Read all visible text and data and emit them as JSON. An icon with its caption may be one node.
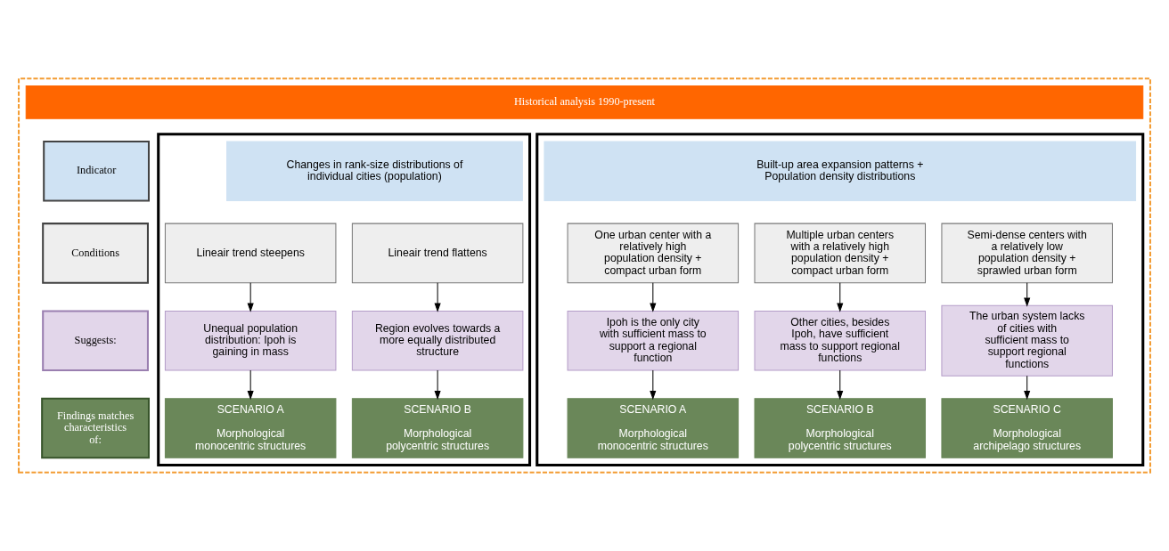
{
  "diagram": {
    "nodes": [
      {
        "text": [],
        "shape": "box"
      },
      {
        "text": [
          "Historical analysis 1990-present"
        ],
        "in": 0
      },
      {
        "text": [
          "Indicator"
        ],
        "in": 0
      },
      {
        "text": [
          "Conditions"
        ],
        "in": 0
      },
      {
        "text": [
          "Suggests:"
        ],
        "in": 0
      },
      {
        "text": [
          "Findings matches characteristics of:"
        ],
        "in": 0
      },
      {
        "text": [],
        "shape": "box",
        "in": 0
      },
      {
        "text": [
          "Changes in rank-size distributions of individual cities (population)"
        ],
        "in": 6
      },
      {
        "text": [
          "Lineair trend steepens"
        ],
        "in": 6
      },
      {
        "text": [
          "Lineair trend flattens"
        ],
        "in": 6
      },
      {
        "text": [
          "Unequal population distribution: Ipoh is gaining in mass"
        ],
        "in": 6
      },
      {
        "text": [
          "Region evolves towards a more equally distributed structure"
        ],
        "in": 6
      },
      {
        "text": [
          "SCENARIO A",
          "Morphological monocentric structures"
        ],
        "in": 6
      },
      {
        "text": [
          "SCENARIO B",
          "Morphological polycentric structures"
        ],
        "in": 6
      },
      {
        "text": [],
        "shape": "box",
        "in": 0
      },
      {
        "text": [
          "Built-up area expansion patterns + Population density distributions"
        ],
        "in": 14
      },
      {
        "text": [
          "One urban center with a relatively high population density + compact urban form"
        ],
        "in": 14
      },
      {
        "text": [
          "Multiple urban centers with a relatively high population density + compact urban form"
        ],
        "in": 14
      },
      {
        "text": [
          "Semi-dense centers with a relatively low population density + sprawled urban form"
        ],
        "in": 14
      },
      {
        "text": [
          "Ipoh is the only city with sufficient mass to support a regional function"
        ],
        "in": 14
      },
      {
        "text": [
          "Other cities, besides Ipoh, have sufficient mass to support regional functions"
        ],
        "in": 14
      },
      {
        "text": [
          "The urban system lacks of cities with sufficient mass to support regional functions"
        ],
        "in": 14
      },
      {
        "text": [
          "SCENARIO A",
          "Morphological monocentric structures"
        ],
        "in": 14
      },
      {
        "text": [
          "SCENARIO B",
          "Morphological polycentric structures"
        ],
        "in": 14
      },
      {
        "text": [
          "SCENARIO C",
          "Morphological archipelago structures"
        ],
        "in": 14
      }
    ],
    "edges": [
      {
        "from": 8,
        "to": 10,
        "arrow": "to"
      },
      {
        "from": 9,
        "to": 11,
        "arrow": "to"
      },
      {
        "from": 10,
        "to": 12,
        "arrow": "to"
      },
      {
        "from": 11,
        "to": 13,
        "arrow": "to"
      },
      {
        "from": 16,
        "to": 19,
        "arrow": "to"
      },
      {
        "from": 17,
        "to": 20,
        "arrow": "to"
      },
      {
        "from": 18,
        "to": 21,
        "arrow": "to"
      },
      {
        "from": 19,
        "to": 22,
        "arrow": "to"
      },
      {
        "from": 20,
        "to": 23,
        "arrow": "to"
      },
      {
        "from": 21,
        "to": 24,
        "arrow": "to"
      }
    ]
  }
}
